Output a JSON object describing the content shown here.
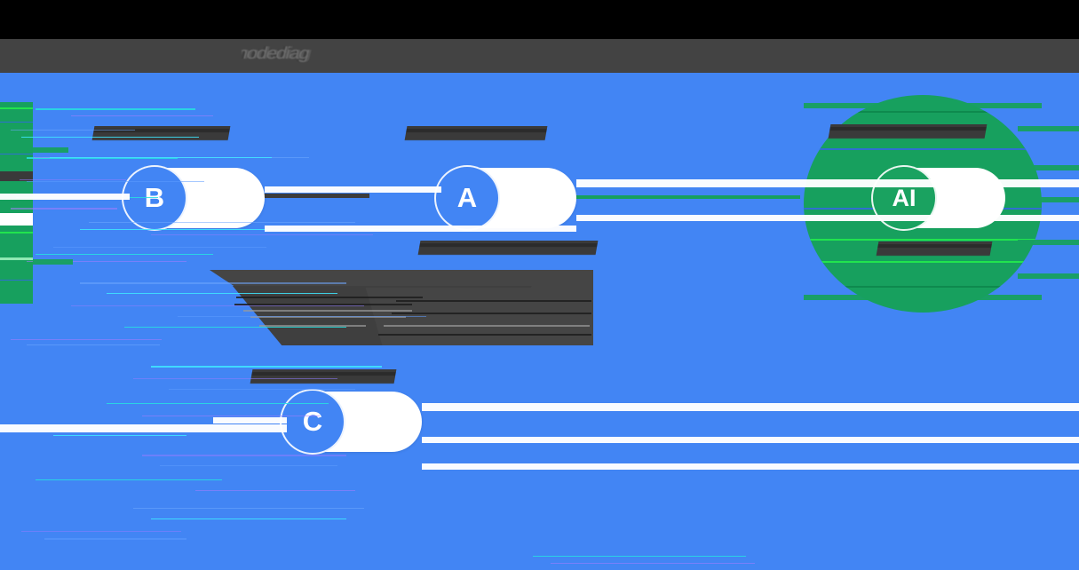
{
  "window": {
    "header_title": "nodediag",
    "header_bg": "#434343",
    "canvas_bg": "#4285F4"
  },
  "colors": {
    "blue": "#4285F4",
    "green": "#17A05E",
    "green_node": "#1AA260",
    "dark": "#3a3a3a",
    "white": "#FFFFFF",
    "glitch_cyan": "#26E0E0",
    "glitch_magenta": "#A67CFF"
  },
  "diagram": {
    "nodes": [
      {
        "id": "b",
        "letter": "B",
        "label": "[corrupted]",
        "color": "#4285F4"
      },
      {
        "id": "a",
        "letter": "A",
        "label": "[corrupted]",
        "sublabel": "[corrupted]",
        "color": "#4285F4"
      },
      {
        "id": "c",
        "letter": "C",
        "label": "[corrupted]",
        "color": "#4285F4"
      },
      {
        "id": "ai",
        "letter": "AI",
        "label": "[corrupted]",
        "sublabel": "[corrupted]",
        "color": "#1AA260"
      }
    ],
    "connectors": [
      {
        "from": "b",
        "to": "a",
        "color": "#3c3c3c"
      },
      {
        "from": "a",
        "to": "ai",
        "color": "#17A05E"
      }
    ],
    "paragraph": "[corrupted]",
    "left_panel": {
      "label": "[corrupted]",
      "color": "#17A05E"
    }
  }
}
